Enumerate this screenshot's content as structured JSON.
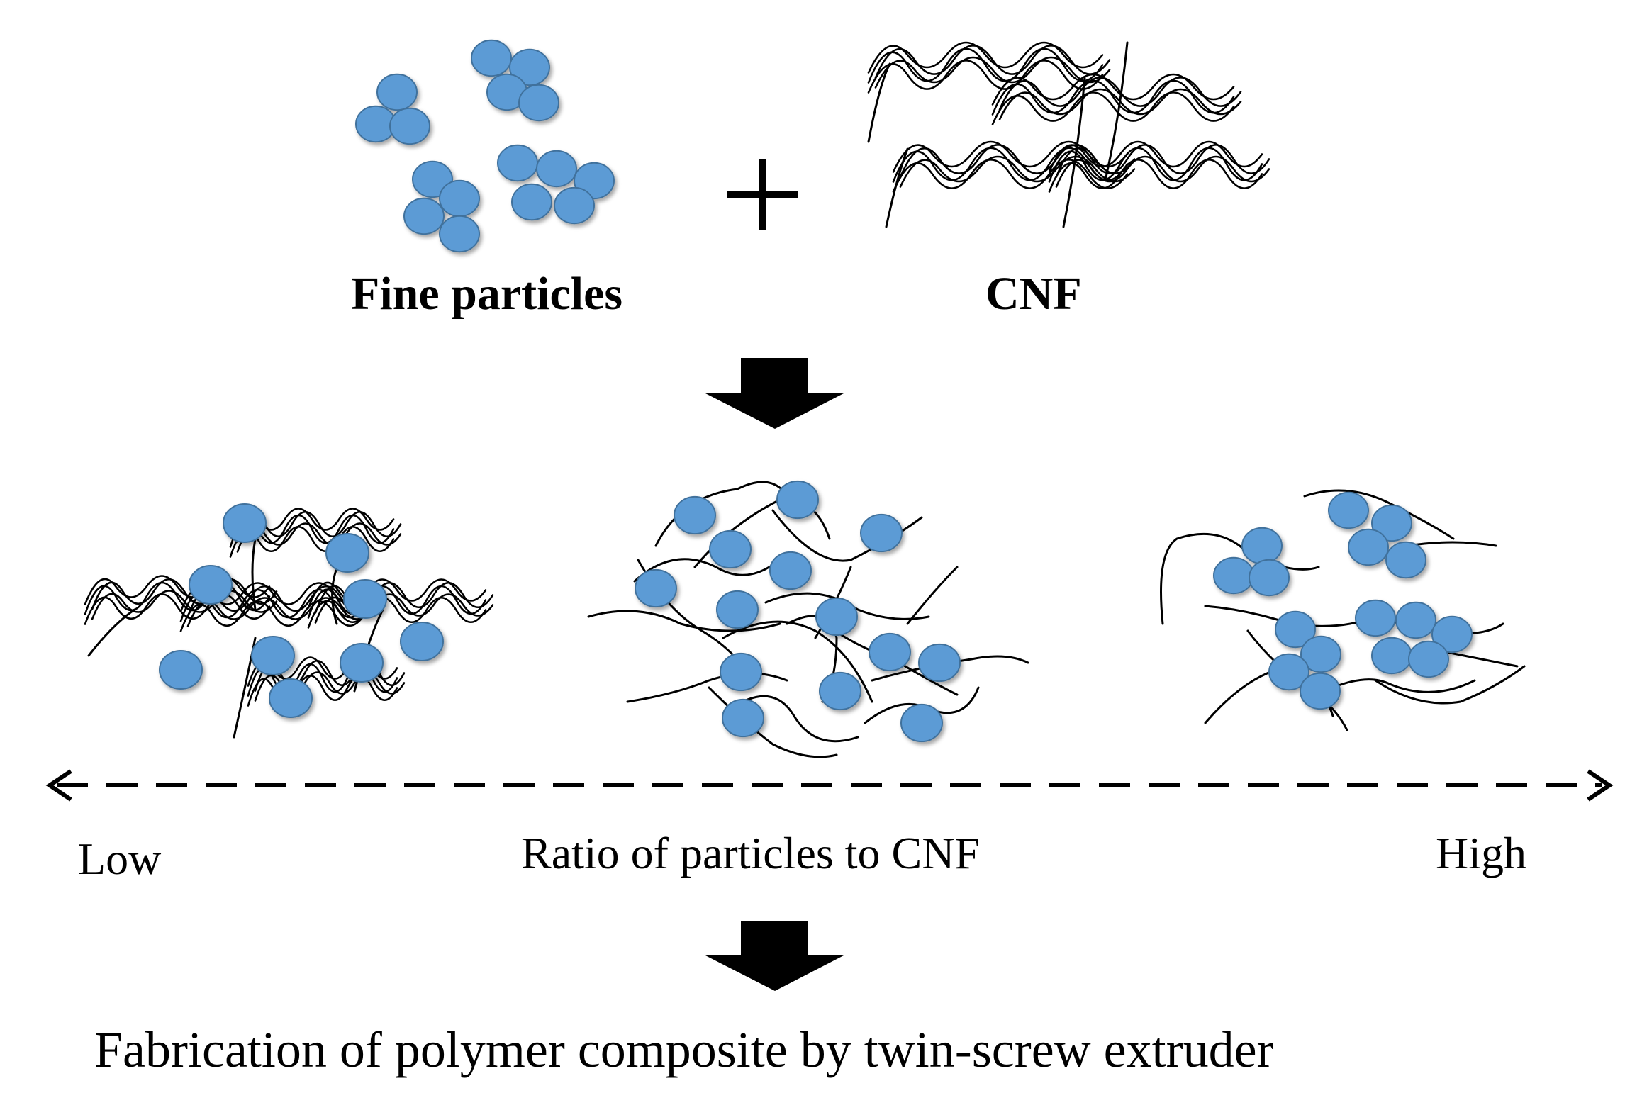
{
  "labels": {
    "fine_particles": "Fine particles",
    "cnf": "CNF",
    "low": "Low",
    "ratio": "Ratio of particles to CNF",
    "high": "High",
    "fabrication": "Fabrication of polymer composite by twin-screw extruder"
  },
  "colors": {
    "particle_fill": "#5b9bd5",
    "particle_stroke": "#41719c",
    "fiber": "#000000",
    "arrow": "#000000"
  },
  "icons": {
    "plus": "plus-icon",
    "down_arrow": "down-arrow-icon",
    "axis": "double-headed-dashed-arrow"
  }
}
